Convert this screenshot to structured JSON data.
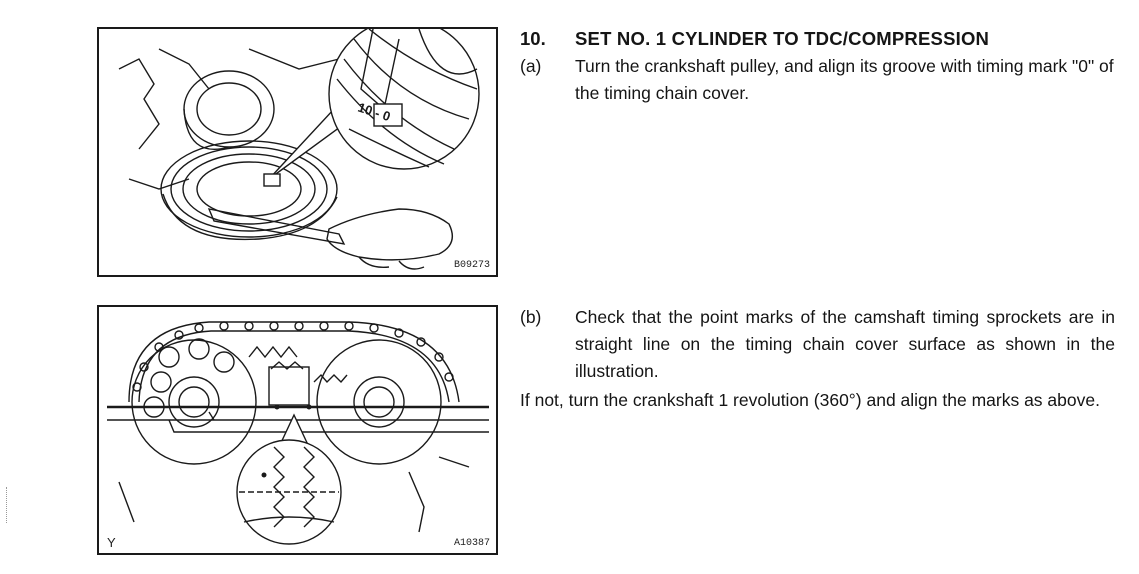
{
  "step": {
    "number": "10.",
    "title": "SET NO. 1 CYLINDER TO TDC/COMPRESSION"
  },
  "substep_a": {
    "label": "(a)",
    "text": "Turn the crankshaft pulley, and align its groove with timing mark \"0\" of the timing chain cover."
  },
  "substep_b": {
    "label": "(b)",
    "text": "Check that the point marks of the camshaft timing sprockets are in straight line on the timing chain cover surface as shown in the illustration."
  },
  "note": {
    "text": "If not, turn the crankshaft 1 revolution (360°) and align the marks as above."
  },
  "figure1": {
    "code": "B09273",
    "mark_label": "10 - 0"
  },
  "figure2": {
    "code": "A10387",
    "corner_label": "Y"
  }
}
